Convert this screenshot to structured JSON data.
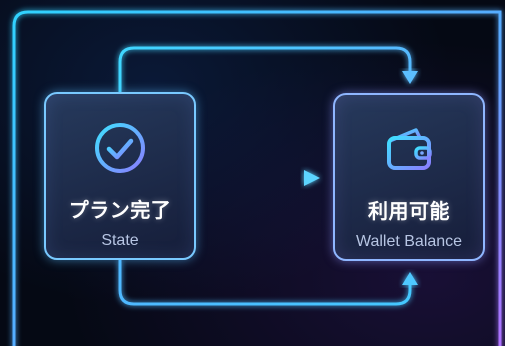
{
  "diagram": {
    "source_node": {
      "title": "プラン完了",
      "subtitle": "State",
      "icon": "check-circle-icon"
    },
    "target_node": {
      "title": "利用可能",
      "subtitle": "Wallet Balance",
      "icon": "wallet-icon"
    },
    "colors": {
      "accent_cyan": "#4fd2ff",
      "accent_purple": "#a47bff",
      "background": "#050914"
    }
  }
}
